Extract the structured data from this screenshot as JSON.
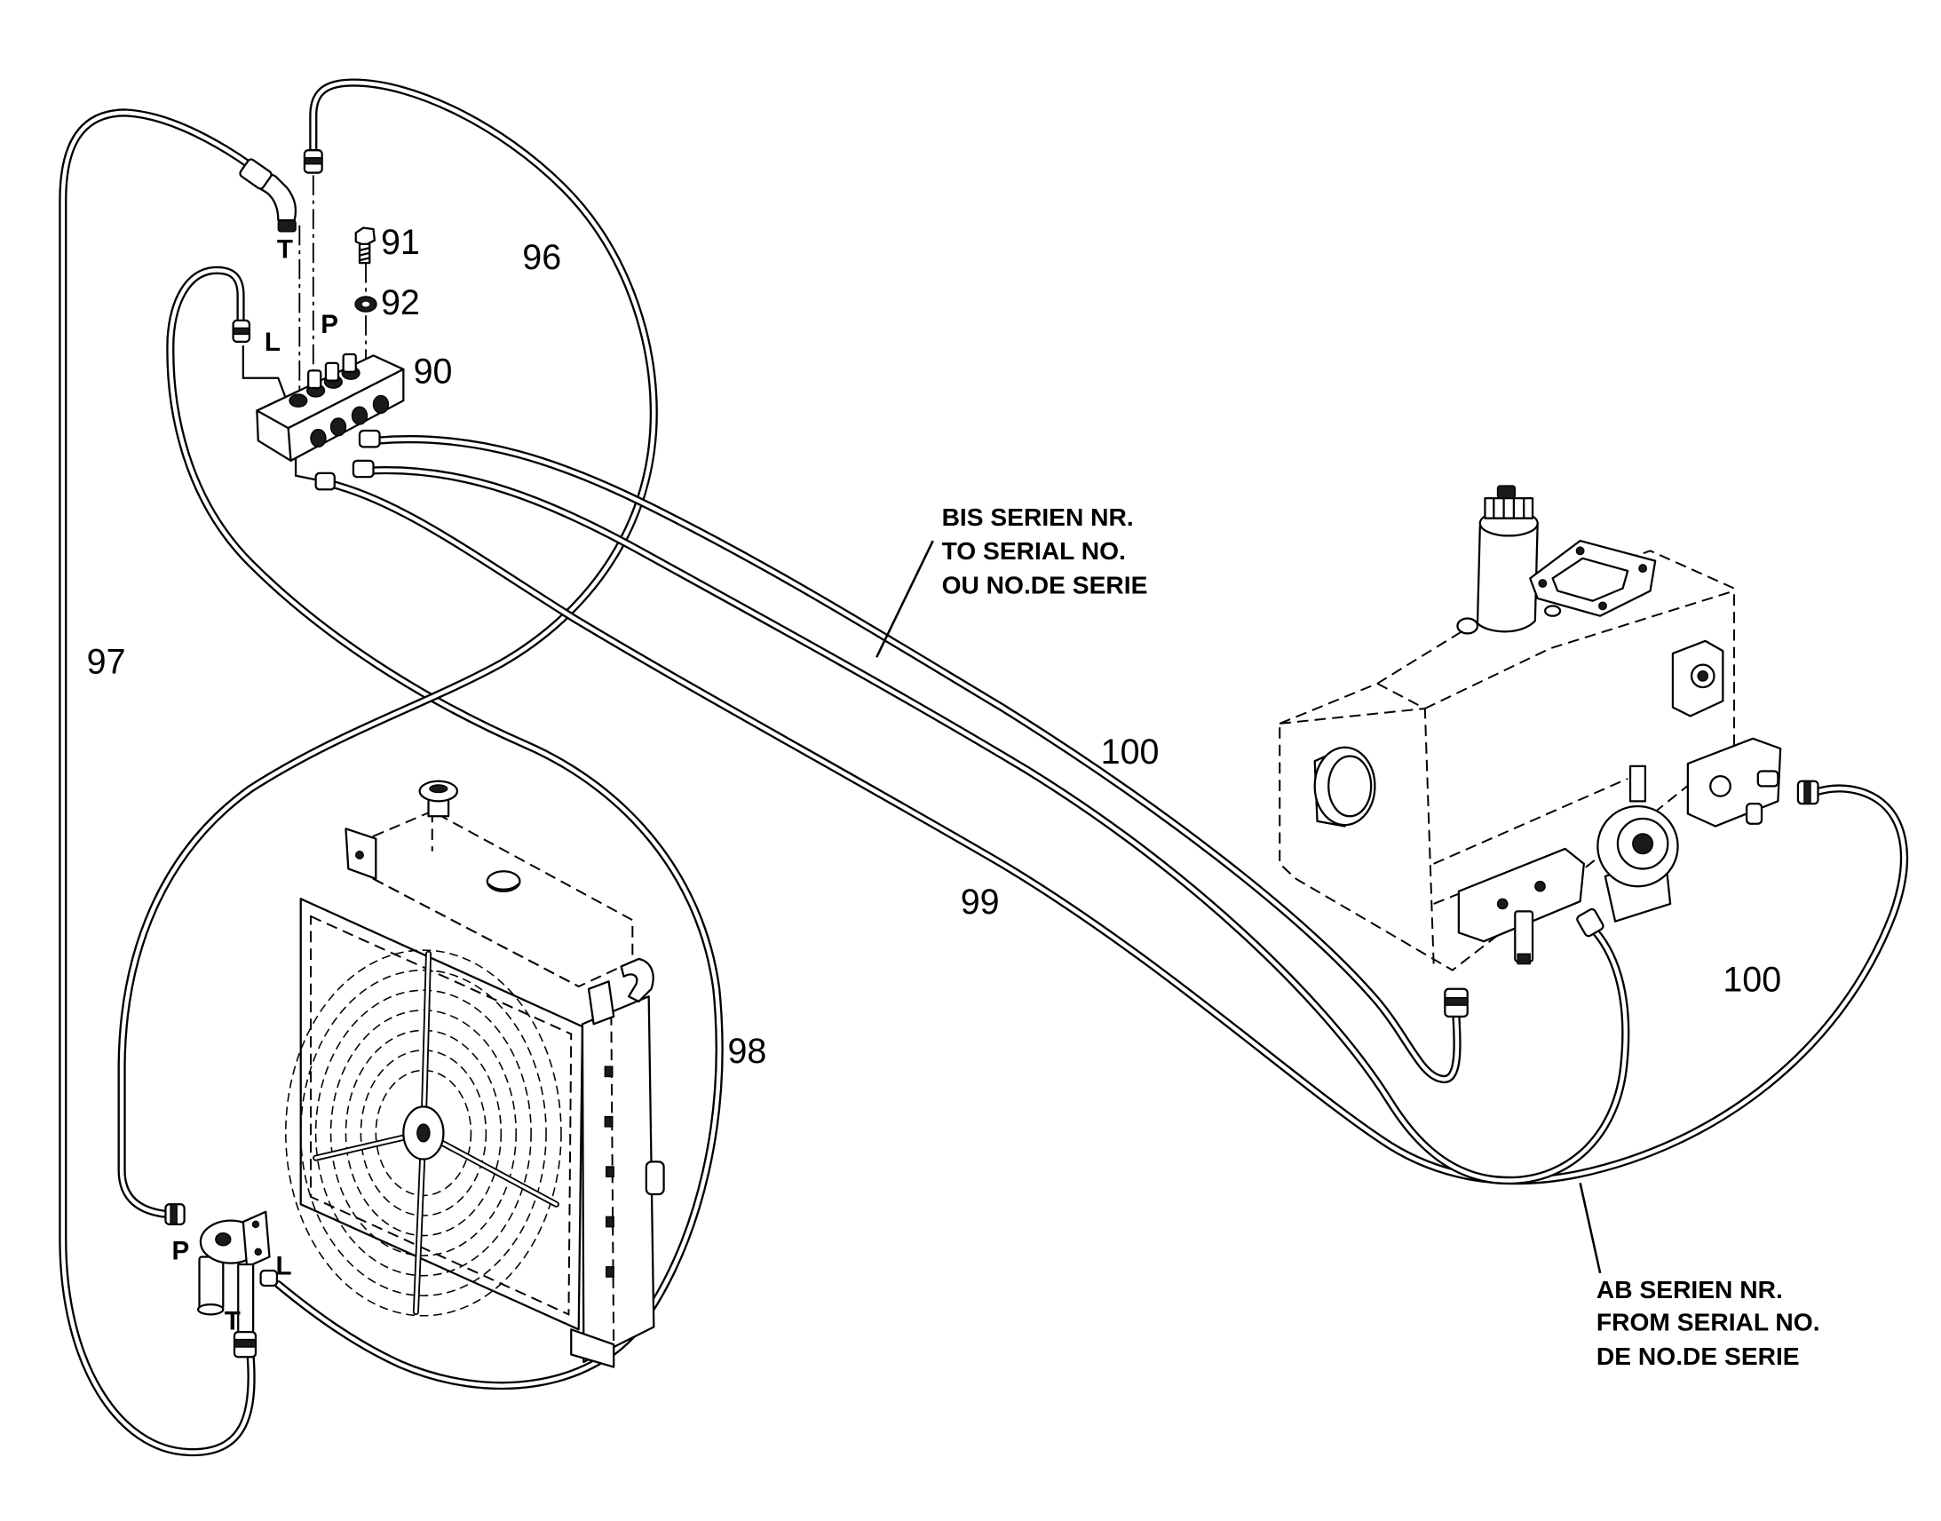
{
  "callouts": {
    "bolt": "91",
    "washer": "92",
    "manifold": "90",
    "hose_upper_loop": "96",
    "hose_left": "97",
    "hose_lower_loop": "98",
    "hose_diagonal": "99",
    "hose_bundle": "100",
    "hose_right_loop": "100"
  },
  "ports": {
    "manifold": {
      "t": "T",
      "p": "P",
      "l": "L"
    },
    "pump": {
      "p": "P",
      "l": "L",
      "t": "T"
    }
  },
  "notes": {
    "to_serial": [
      "BIS SERIEN NR.",
      "TO SERIAL NO.",
      "OU NO.DE SERIE"
    ],
    "from_serial": [
      "AB SERIEN NR.",
      "FROM SERIAL NO.",
      "DE NO.DE SERIE"
    ]
  },
  "colors": {
    "line": "#000000",
    "background": "#ffffff"
  }
}
